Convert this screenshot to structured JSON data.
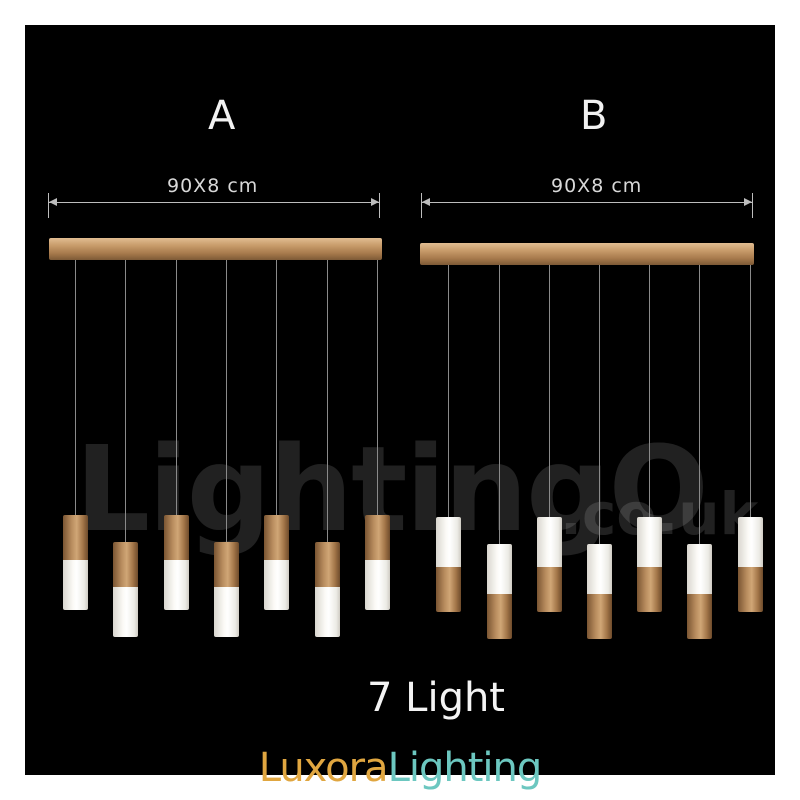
{
  "variants": [
    {
      "label": "A",
      "dimension": "90X8 cm"
    },
    {
      "label": "B",
      "dimension": "90X8 cm"
    }
  ],
  "watermark": {
    "main": "LightingO",
    "suffix": ".co.uk"
  },
  "caption": "7 Light",
  "brand": {
    "part1": "Luxora",
    "part2": "Lighting",
    "color1": "#e0a640",
    "color2": "#6cc7c0"
  },
  "colors": {
    "background": "#000000",
    "wood": "#b98d5f",
    "glass": "#ffffff"
  }
}
